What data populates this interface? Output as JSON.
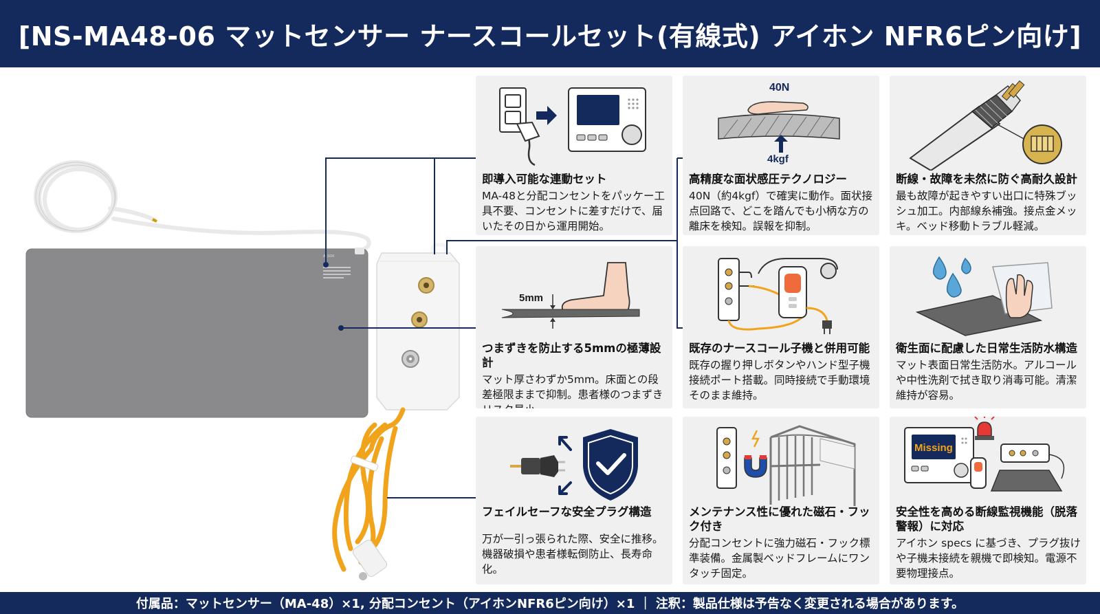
{
  "header": {
    "title": "[NS-MA48-06 マットセンサー ナースコールセット(有線式) アイホン NFR6ピン向け]"
  },
  "footer": {
    "text": "付属品：マットセンサー（MA-48）×1, 分配コンセント（アイホンNFR6ピン向け）×1 ｜ 注釈：製品仕様は予告なく変更される場合があります。"
  },
  "colors": {
    "navy": "#142a5c",
    "card_bg": "#f0f0f0",
    "mat_gray": "#8a8a8d",
    "cable_orange": "#f2a31c"
  },
  "product": {
    "mat_label": "ALSOK"
  },
  "features": [
    {
      "icon": "plug-into-intercom-icon",
      "title": "即導入可能な連動セット",
      "body": "MA-48と分配コンセントをパッケー工具不要、コンセントに差すだけで、届いたその日から運用開始。"
    },
    {
      "icon": "hand-pressure-sensor-icon",
      "label_top": "40N",
      "label_bottom": "4kgf",
      "title": "高精度な面状感圧テクノロジー",
      "body": "40N（約4kgf）で確実に動作。面状接点回路で、どこを踏んでも小柄な方の離床を検知。誤報を抑制。"
    },
    {
      "icon": "reinforced-cable-icon",
      "title": "断線・故障を未然に防ぐ高耐久設計",
      "body": "最も故障が起きやすい出口に特殊ブッシュ加工。内部線糸補強。接点金メッキ。ベッド移動トラブル軽減。"
    },
    {
      "icon": "foot-thin-mat-icon",
      "label": "5mm",
      "title": "つまずきを防止する5mmの極薄設計",
      "body": "マット厚さわずか5mm。床面との段差極限ままで抑制。患者様のつまずきリスク最小。"
    },
    {
      "icon": "handset-connection-icon",
      "title": "既存のナースコール子機と併用可能",
      "body": "既存の握り押しボタンやハンド型子機接続ポート搭載。同時接続で手動環境そのまま維持。"
    },
    {
      "icon": "waterproof-wipe-icon",
      "title": "衛生面に配慮した日常生活防水構造",
      "body": "マット表面日常生活防水。アルコールや中性洗剤で拭き取り消毒可能。清潔維持が容易。"
    },
    {
      "icon": "failsafe-plug-shield-icon",
      "title": "フェイルセーフな安全プラグ構造",
      "body": "万が一引っ張られた際、安全に推移。機器破損や患者様転倒防止、長寿命化。"
    },
    {
      "icon": "magnet-bed-frame-icon",
      "title": "メンテナンス性に優れた磁石・フック付き",
      "body": "分配コンセントに強力磁石・フック標準装備。金属製ベッドフレームにワンタッチ固定。"
    },
    {
      "icon": "disconnect-alarm-icon",
      "screen_text": "Missing",
      "title": "安全性を高める断線監視機能（脱落警報）に対応",
      "body": "アイホン specs に基づき、プラグ抜けや子機未接続を親機で即検知。電源不要物理接点。"
    }
  ]
}
